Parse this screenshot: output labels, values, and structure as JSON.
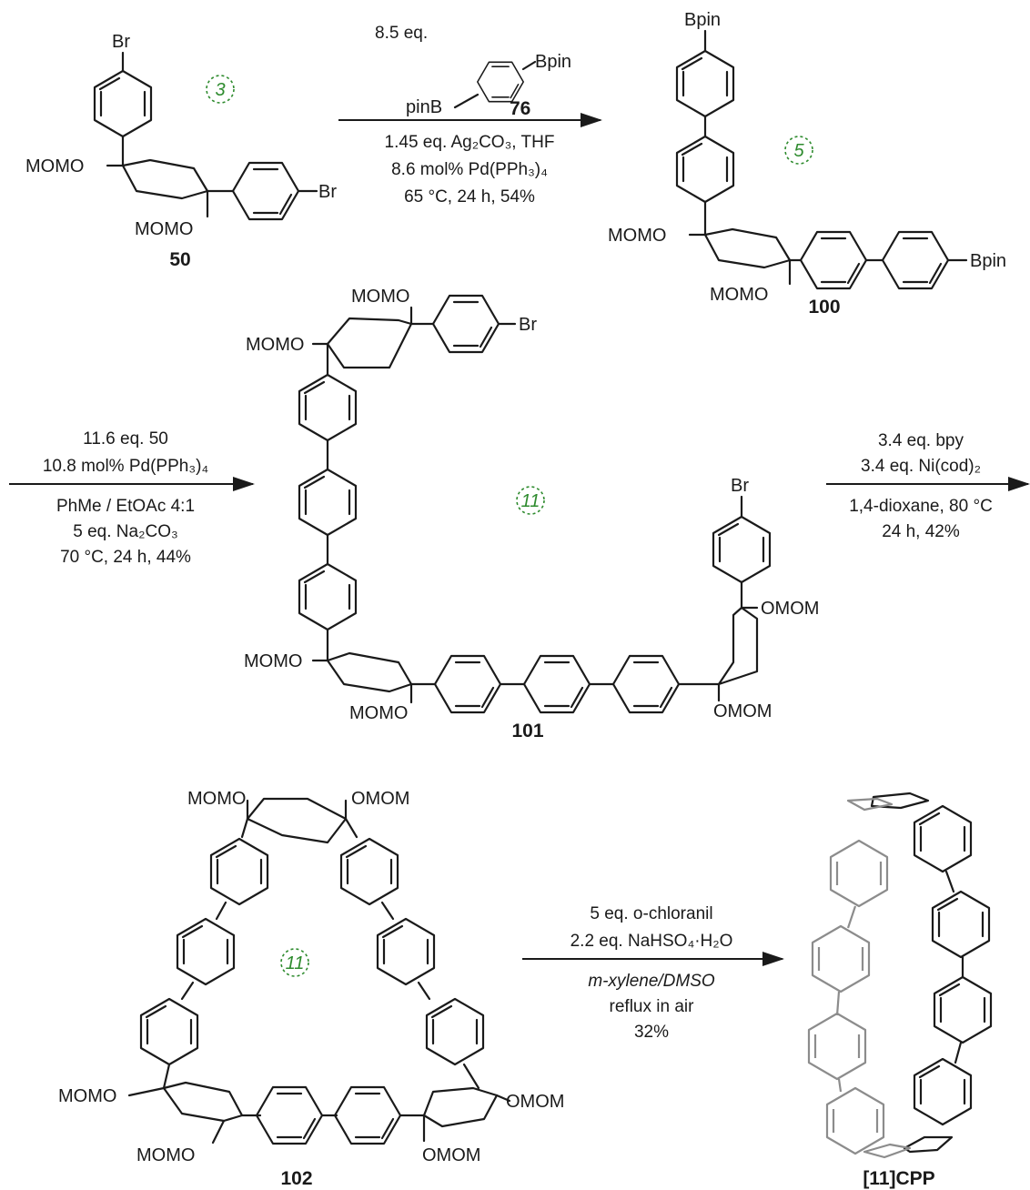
{
  "compounds": {
    "c50": "50",
    "c76": "76",
    "c100": "100",
    "c101": "101",
    "c102": "102",
    "cpp": "[11]CPP"
  },
  "ring_counts": {
    "r50": "3",
    "r100": "5",
    "r101": "11",
    "r102": "11"
  },
  "labels": {
    "br": "Br",
    "bpin": "Bpin",
    "pinb": "pinB",
    "momo": "MOMO",
    "omom": "OMOM"
  },
  "step1": {
    "reagent": "8.5 eq.",
    "line1": "1.45 eq. Ag₂CO₃, THF",
    "line2": "8.6 mol% Pd(PPh₃)₄",
    "line3": "65 °C, 24 h, 54%"
  },
  "step2": {
    "line1": "11.6 eq. 50",
    "line2": "10.8 mol% Pd(PPh₃)₄",
    "line3": "PhMe / EtOAc 4:1",
    "line4": "5 eq. Na₂CO₃",
    "line5": "70 °C, 24 h, 44%"
  },
  "step3": {
    "line1": "3.4 eq. bpy",
    "line2": "3.4 eq. Ni(cod)₂",
    "line3": "1,4-dioxane, 80 °C",
    "line4": "24 h, 42%"
  },
  "step4": {
    "line1": "5 eq. o-chloranil",
    "line2": "2.2 eq. NaHSO₄·H₂O",
    "line3": "m-xylene/DMSO",
    "line4": "reflux in air",
    "line5": "32%"
  }
}
